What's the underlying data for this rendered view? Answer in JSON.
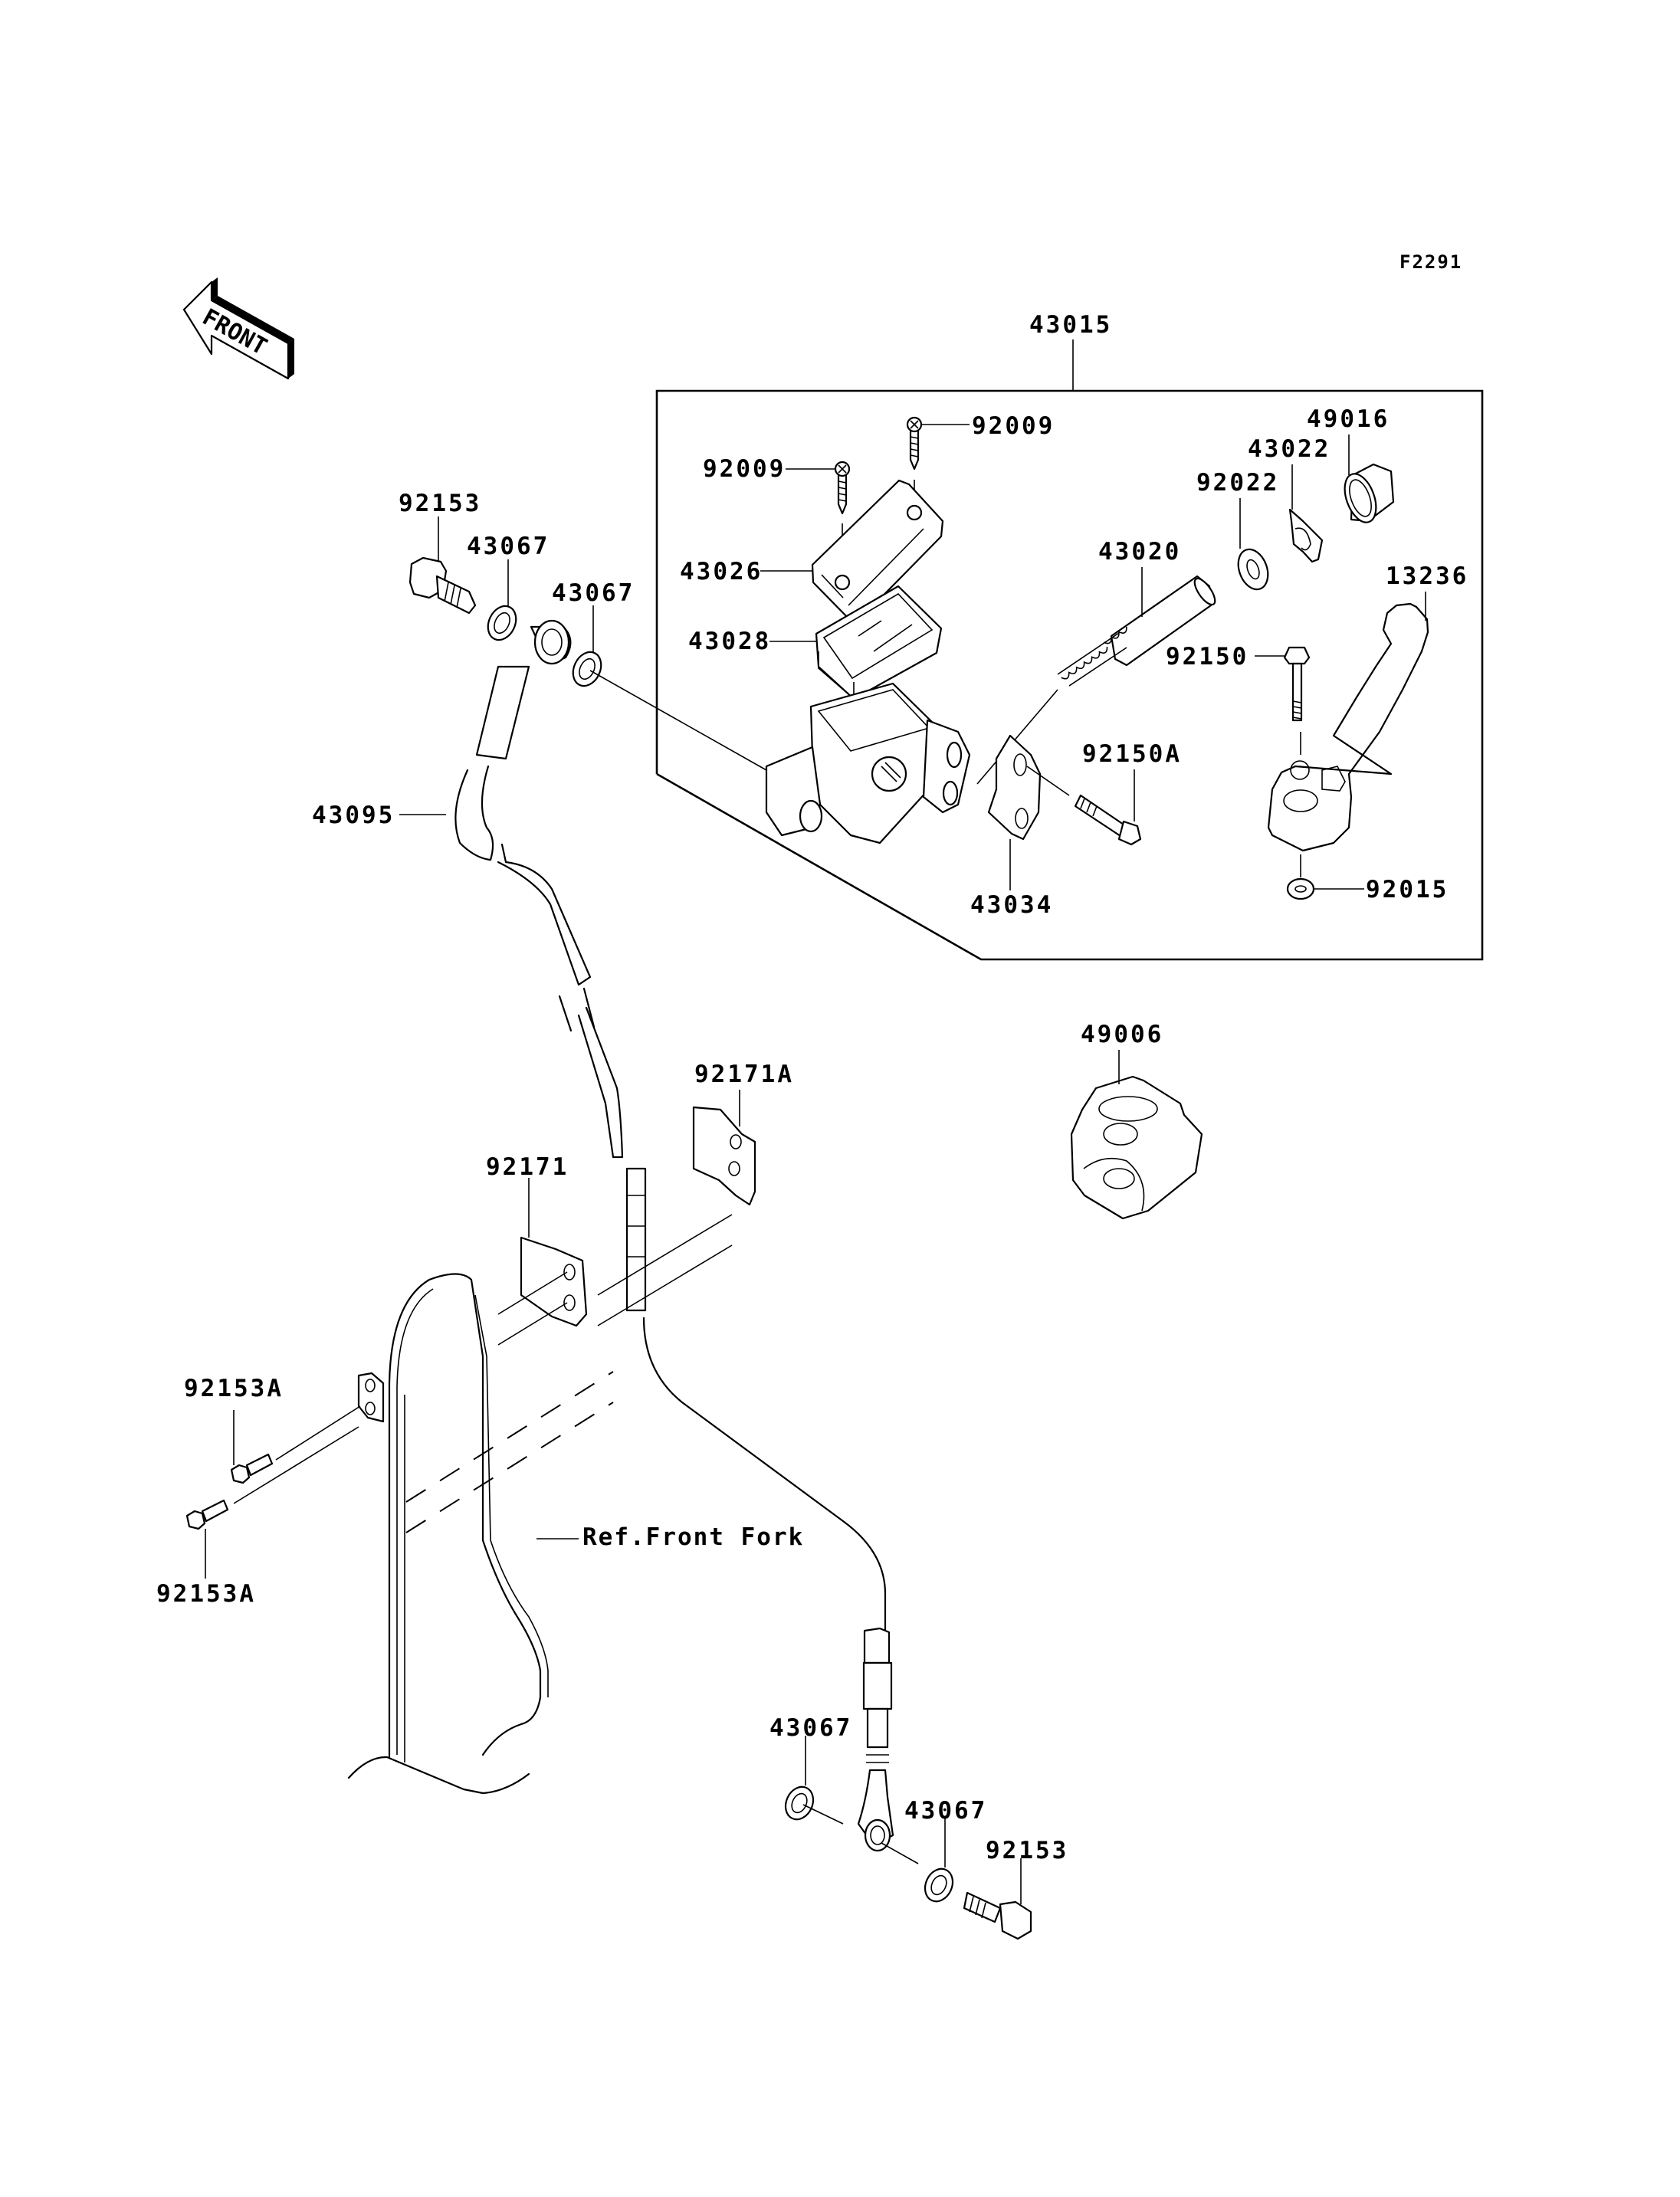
{
  "diagram": {
    "figure_code": "F2291",
    "front_indicator": "FRONT",
    "assembly_label": "43015",
    "callouts": {
      "screw_top": "92009",
      "screw_left": "92009",
      "cap_43026": "43026",
      "diaphragm_43028": "43028",
      "piston_43020": "43020",
      "washer_92022": "92022",
      "circlip_43022": "43022",
      "boot_49016": "49016",
      "lever_13236": "13236",
      "bolt_92150": "92150",
      "bolt_92150a": "92150A",
      "holder_43034": "43034",
      "nut_92015": "92015",
      "banjo_bolt_top": "92153",
      "gasket_top_a": "43067",
      "gasket_top_b": "43067",
      "hose_43095": "43095",
      "cover_49006": "49006",
      "clamp_92171a": "92171A",
      "clamp_92171": "92171",
      "bolt_92153a_top": "92153A",
      "bolt_92153a_bottom": "92153A",
      "ref_front_fork": "Ref.Front Fork",
      "gasket_bottom_a": "43067",
      "gasket_bottom_b": "43067",
      "banjo_bolt_bottom": "92153"
    }
  }
}
